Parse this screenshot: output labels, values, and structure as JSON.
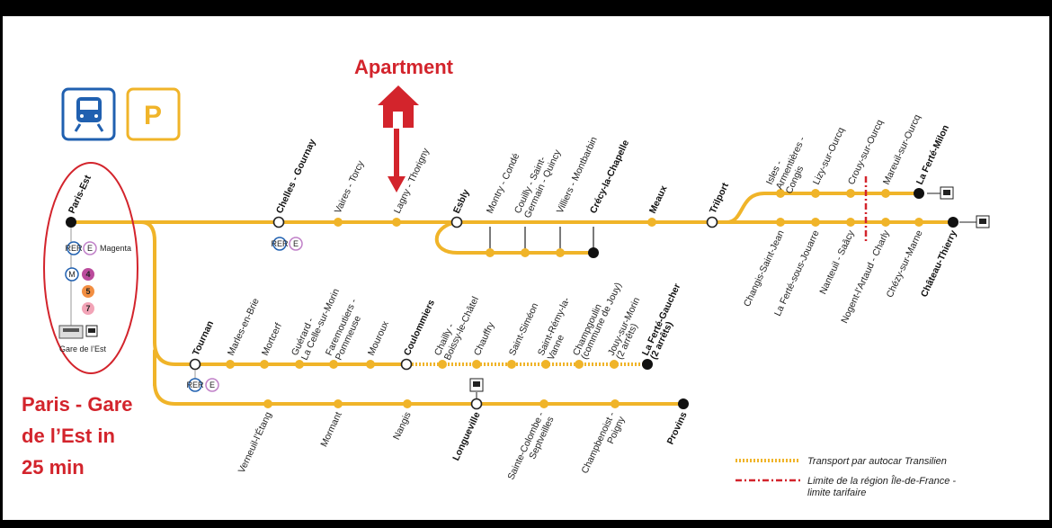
{
  "annotations": {
    "apartment": "Apartment",
    "paris_gare_line1": "Paris - Gare",
    "paris_gare_line2": "de l’Est in",
    "paris_gare_line3": "25 min"
  },
  "icons": {
    "train": "train-icon",
    "parking": "parking-icon",
    "parking_letter": "P",
    "house": "house-icon"
  },
  "colors": {
    "line": "#f0b429",
    "accent_red": "#d3242c",
    "frame_blue": "#2060b0"
  },
  "stations": {
    "paris_est": "Paris-Est",
    "chelles": "Chelles - Gournay",
    "vaires": "Vaires - Torcy",
    "lagny": "Lagny - Thorigny",
    "esbly": "Esbly",
    "montry": "Montry - Condé",
    "couilly_1": "Couilly - Saint-",
    "couilly_2": "Germain - Quincy",
    "villiers": "Villiers - Montbarbin",
    "crecy": "Crécy-la-Chapelle",
    "meaux": "Meaux",
    "trilport": "Trilport",
    "isles_1": "Isles -",
    "isles_2": "Armentières -",
    "isles_3": "Congis",
    "lizy": "Lizy-sur-Ourcq",
    "crouy": "Crouy-sur-Ourcq",
    "mareuil": "Mareuil-sur-Ourcq",
    "ferte_milon": "La Ferté-Milon",
    "changis": "Changis-Saint-Jean",
    "ferte_jouarre": "La Ferté-sous-Jouarre",
    "nanteuil": "Nanteuil - Saâcy",
    "nogent": "Nogent-l’Artaud - Charly",
    "chezy": "Chézy-sur-Marne",
    "chateau_thierry": "Château-Thierry",
    "tournan": "Tournan",
    "marles": "Marles-en-Brie",
    "mortcerf": "Mortcerf",
    "guerard_1": "Guérard -",
    "guerard_2": "La Celle-sur-Morin",
    "faremoutiers_1": "Faremoutiers -",
    "faremoutiers_2": "Pommeuse",
    "mouroux": "Mouroux",
    "coulommiers": "Coulommiers",
    "chailly_1": "Chailly -",
    "chailly_2": "Boissy-le-Châtel",
    "chauffry": "Chauffry",
    "saint_simeon": "Saint-Siméon",
    "saint_remy_1": "Saint-Rémy-la-",
    "saint_remy_2": "Vanne",
    "champgoulin_1": "Champgoulin",
    "champgoulin_2": "(commune de Jouy)",
    "jouy_1": "Jouy-sur-Morin",
    "jouy_2": "(2 arrêts)",
    "ferte_gaucher_1": "La Ferté-Gaucher",
    "ferte_gaucher_2": "(2 arrêts)",
    "verneuil": "Verneuil-l’Étang",
    "mormant": "Mormant",
    "nangis": "Nangis",
    "longueville": "Longueville",
    "sainte_colombe_1": "Sainte-Colombe -",
    "sainte_colombe_2": "Septveilles",
    "champbenoist_1": "Champbenoist -",
    "champbenoist_2": "Poigny",
    "provins": "Provins"
  },
  "connections": {
    "rer": "RER",
    "e": "E",
    "magenta": "Magenta",
    "metro": "M",
    "metro_4": "4",
    "metro_5": "5",
    "metro_7": "7",
    "gare_est": "Gare de l’Est"
  },
  "legend": {
    "autocar": "Transport par autocar Transilien",
    "limite_1": "Limite de la région Île-de-France -",
    "limite_2": "limite tarifaire"
  }
}
